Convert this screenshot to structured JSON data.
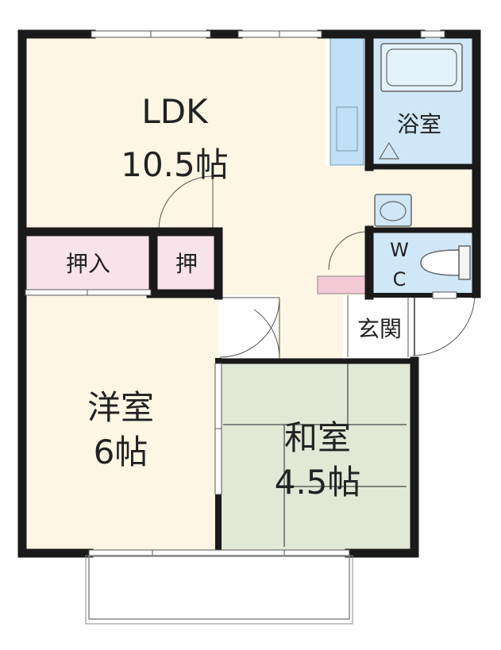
{
  "rooms": {
    "ldk": {
      "name": "LDK",
      "size": "10.5帖"
    },
    "bath": {
      "name": "浴室"
    },
    "wc": {
      "line1": "W",
      "line2": "C"
    },
    "oshiire": {
      "name": "押入"
    },
    "oshi": {
      "name": "押"
    },
    "entrance": {
      "name": "玄関"
    },
    "western": {
      "name": "洋室",
      "size": "6帖"
    },
    "japanese": {
      "name": "和室",
      "size": "4.5帖"
    }
  },
  "colors": {
    "wall": "#1a1a1a",
    "floor_wood": "#fdf6e4",
    "tatami": "#e2e8d6",
    "closet": "#f9e3ea",
    "water": "#cfe7f7",
    "fixture": "#bfe0f5",
    "line": "#777777"
  },
  "icons": [
    "bathtub-icon",
    "toilet-icon",
    "washbasin-icon",
    "kitchen-counter-icon",
    "door-swing-icon"
  ]
}
